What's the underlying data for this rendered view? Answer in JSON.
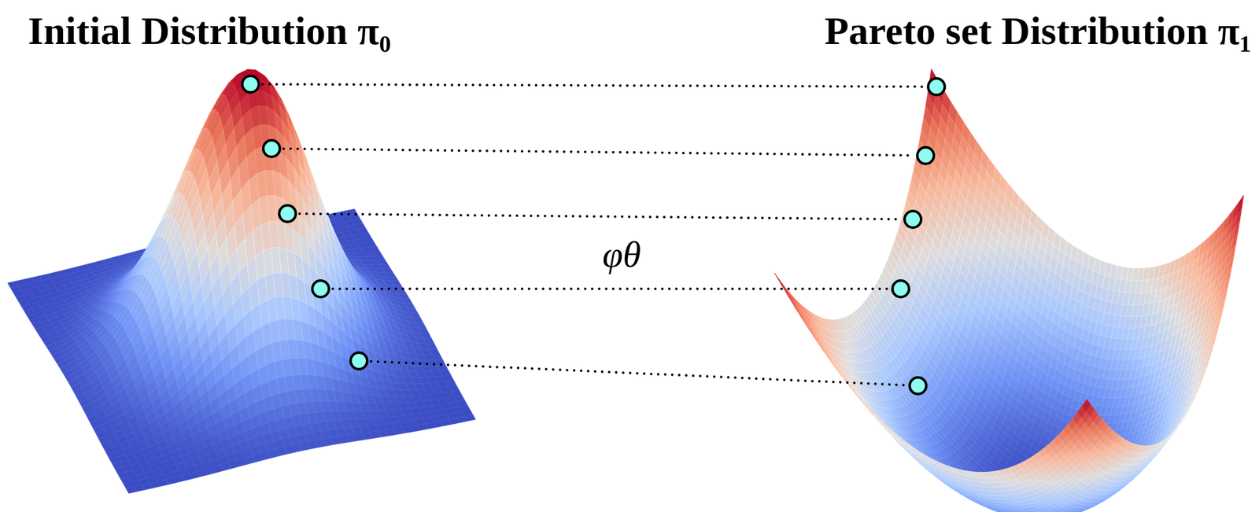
{
  "diagram": {
    "labels": [
      "Initial Distribution π₀",
      "Pareto set Distribution π₁",
      "φθ"
    ]
  }
}
